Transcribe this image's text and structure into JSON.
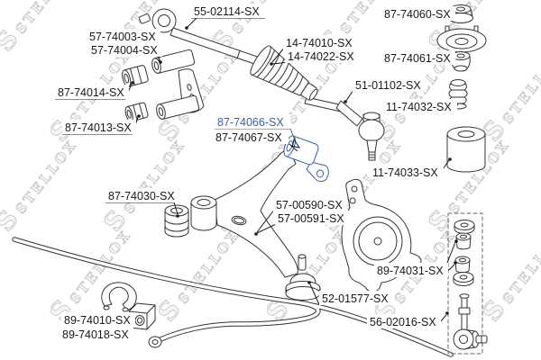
{
  "watermark": {
    "text": "STELLOX",
    "logo_letter": "S",
    "color": "#c6c6c6"
  },
  "diagram": {
    "accent_color": "#3a5ea6",
    "line_color": "#333333",
    "background": "#ffffff",
    "highlighted_part": "87-74066-SX"
  },
  "labels": {
    "inner_tie_rod": {
      "text": "55-02114-SX"
    },
    "upper_arm_a": {
      "text": "57-74003-SX"
    },
    "upper_arm_b": {
      "text": "57-74004-SX"
    },
    "bushing_14": {
      "text": "87-74014-SX"
    },
    "bushing_13": {
      "text": "87-74013-SX"
    },
    "boot_a": {
      "text": "14-74010-SX"
    },
    "boot_b": {
      "text": "14-74022-SX"
    },
    "strut_bearing": {
      "text": "87-74060-SX"
    },
    "strut_bush": {
      "text": "87-74061-SX"
    },
    "tie_rod_end": {
      "text": "51-01102-SX"
    },
    "bump_stop": {
      "text": "11-74032-SX"
    },
    "dust_cover": {
      "text": "11-74033-SX"
    },
    "arm_bushing_66": {
      "text": "87-74066-SX",
      "highlighted": true
    },
    "arm_bushing_67": {
      "text": "87-74067-SX"
    },
    "arm_bushing_30": {
      "text": "87-74030-SX"
    },
    "lower_arm_a": {
      "text": "57-00590-SX"
    },
    "lower_arm_b": {
      "text": "57-00591-SX"
    },
    "ball_joint": {
      "text": "52-01577-SX"
    },
    "link_bushings": {
      "text": "89-74031-SX"
    },
    "stab_link": {
      "text": "56-02016-SX"
    },
    "stab_bushing_a": {
      "text": "89-74010-SX"
    },
    "stab_bushing_b": {
      "text": "89-74018-SX"
    }
  }
}
